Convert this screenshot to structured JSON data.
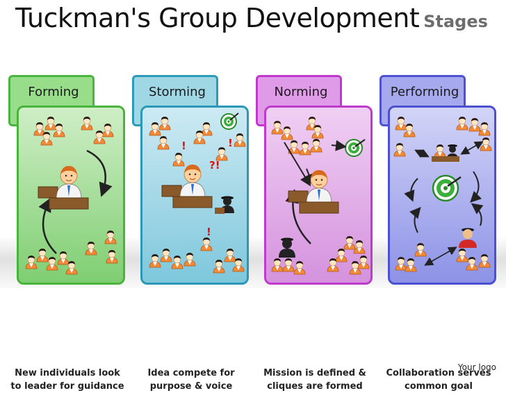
{
  "slide": {
    "title": "Tuckman's Group Development",
    "title_suffix": "Stages",
    "logo": "Your logo"
  },
  "stages": [
    {
      "label": "Forming",
      "caption_line1": "New individuals look",
      "caption_line2": "to leader for guidance",
      "tab_color": "#98dd8a",
      "tab_border": "#49b43f",
      "card_top": "#cfeec6",
      "card_bottom": "#7fce72",
      "card_border": "#48b43c"
    },
    {
      "label": "Storming",
      "caption_line1": "Idea compete for",
      "caption_line2": "purpose & voice",
      "tab_color": "#9fd7e5",
      "tab_border": "#2d9ab8",
      "card_top": "#cdeaf3",
      "card_bottom": "#7ec7dc",
      "card_border": "#2a98b6"
    },
    {
      "label": "Norming",
      "caption_line1": "Mission is defined &",
      "caption_line2": "cliques are formed",
      "tab_color": "#e09be8",
      "tab_border": "#be39cc",
      "card_top": "#f0cff3",
      "card_bottom": "#d592de",
      "card_border": "#bf3bcc"
    },
    {
      "label": "Performing",
      "caption_line1": "Collaboration serves",
      "caption_line2": "common goal",
      "tab_color": "#a6a9ee",
      "tab_border": "#4d53d0",
      "card_top": "#d2d4f7",
      "card_bottom": "#8d92e6",
      "card_border": "#4a50cf"
    }
  ],
  "storming_marks": [
    "!",
    "!",
    "?!",
    "!"
  ]
}
